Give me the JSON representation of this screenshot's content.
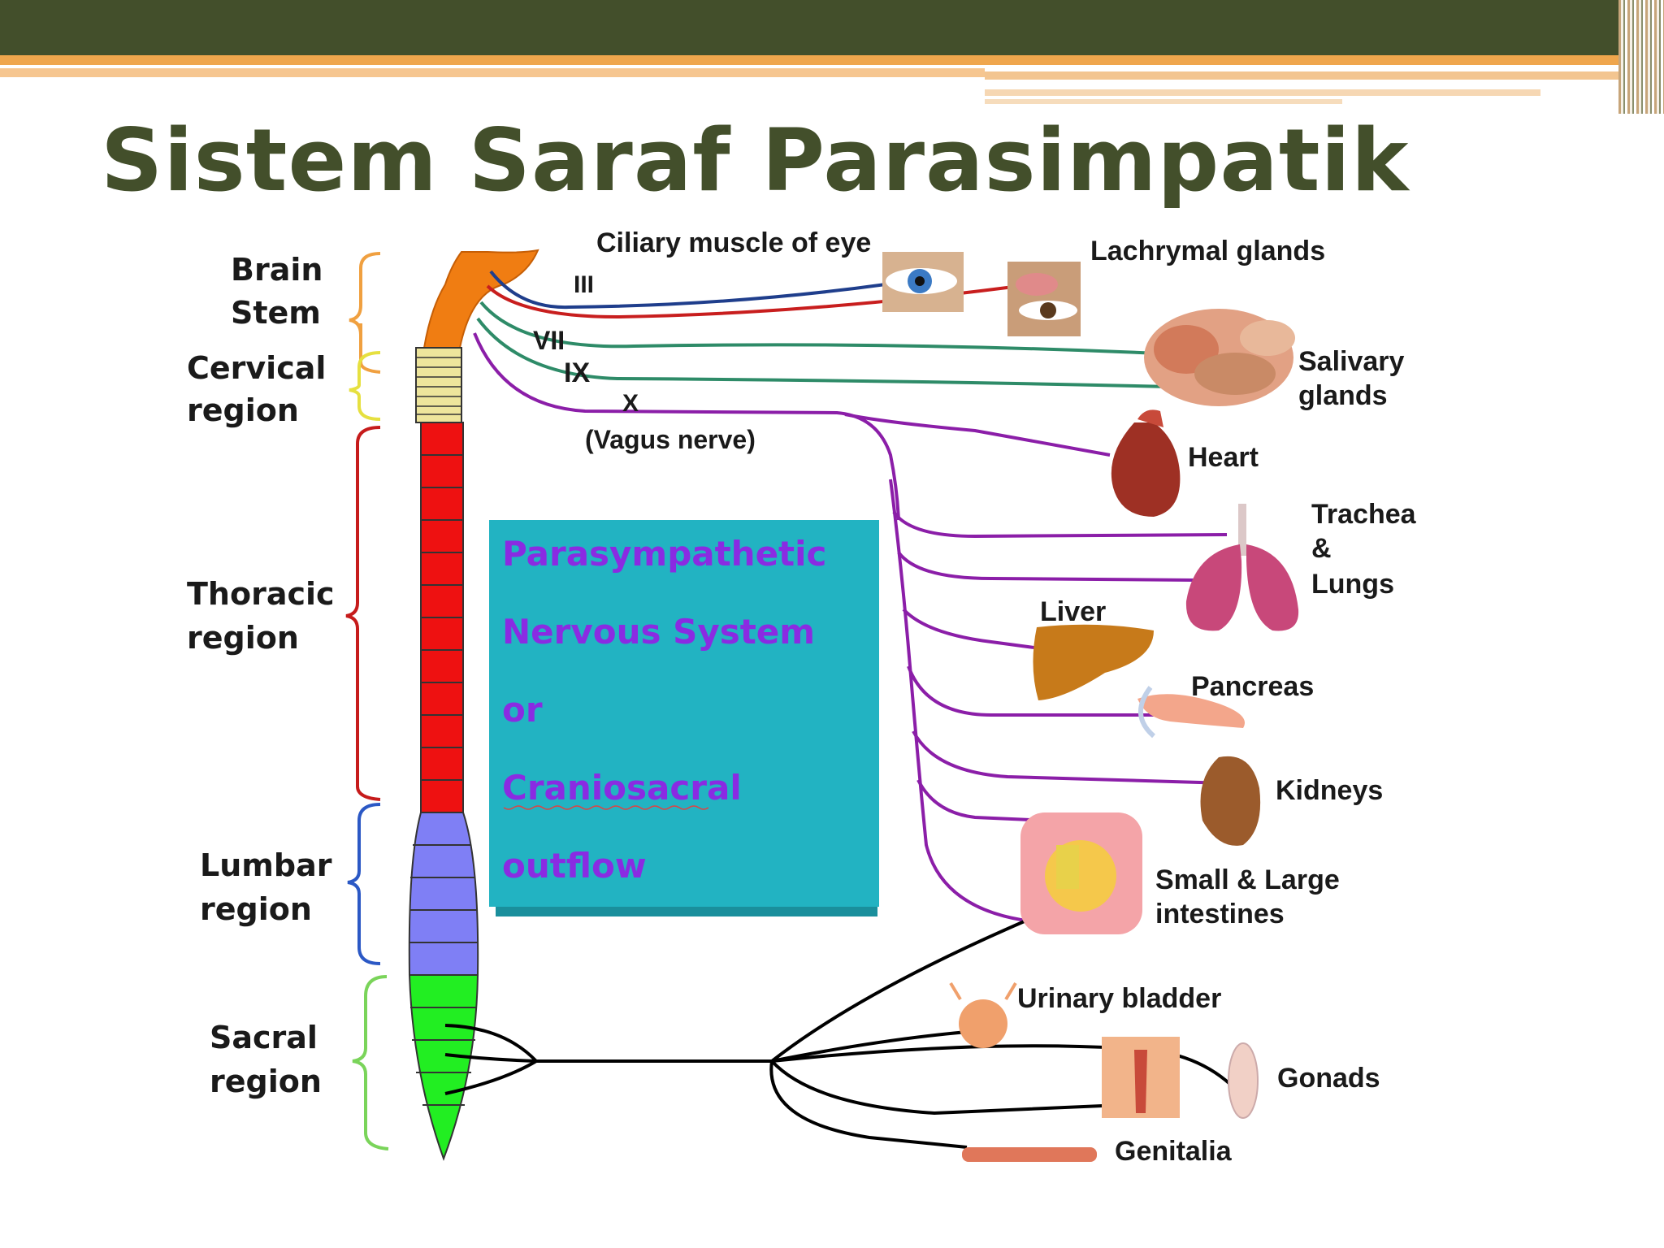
{
  "title": "Sistem Saraf Parasimpatik",
  "regions": {
    "brain_stem": [
      "Brain",
      "Stem"
    ],
    "cervical": [
      "Cervical",
      "region"
    ],
    "thoracic": [
      "Thoracic",
      "region"
    ],
    "lumbar": [
      "Lumbar",
      "region"
    ],
    "sacral": [
      "Sacral",
      "region"
    ]
  },
  "nerves": {
    "iii": "III",
    "vii": "VII",
    "ix": "IX",
    "x": "X",
    "vagus": "(Vagus nerve)"
  },
  "center_box": [
    "Parasympathetic",
    "Nervous System",
    "or",
    "Craniosacral",
    "outflow"
  ],
  "organs": {
    "ciliary": "Ciliary muscle of eye",
    "lachrymal": "Lachrymal glands",
    "salivary": [
      "Salivary",
      "glands"
    ],
    "heart": "Heart",
    "trachea": [
      "Trachea",
      "&",
      "Lungs"
    ],
    "liver": "Liver",
    "pancreas": "Pancreas",
    "kidneys": "Kidneys",
    "intestines": [
      "Small & Large",
      "intestines"
    ],
    "bladder": "Urinary bladder",
    "gonads": "Gonads",
    "genitalia": "Genitalia"
  },
  "colors": {
    "title": "#434f2b",
    "brainstem": "#f07d12",
    "cervical": "#eee59c",
    "thoracic": "#ee1111",
    "lumbar": "#7f7ff5",
    "sacral": "#22ee22",
    "box": "#22b3c2",
    "box_text": "#8a2be2",
    "vagus": "#8b1ea8"
  }
}
